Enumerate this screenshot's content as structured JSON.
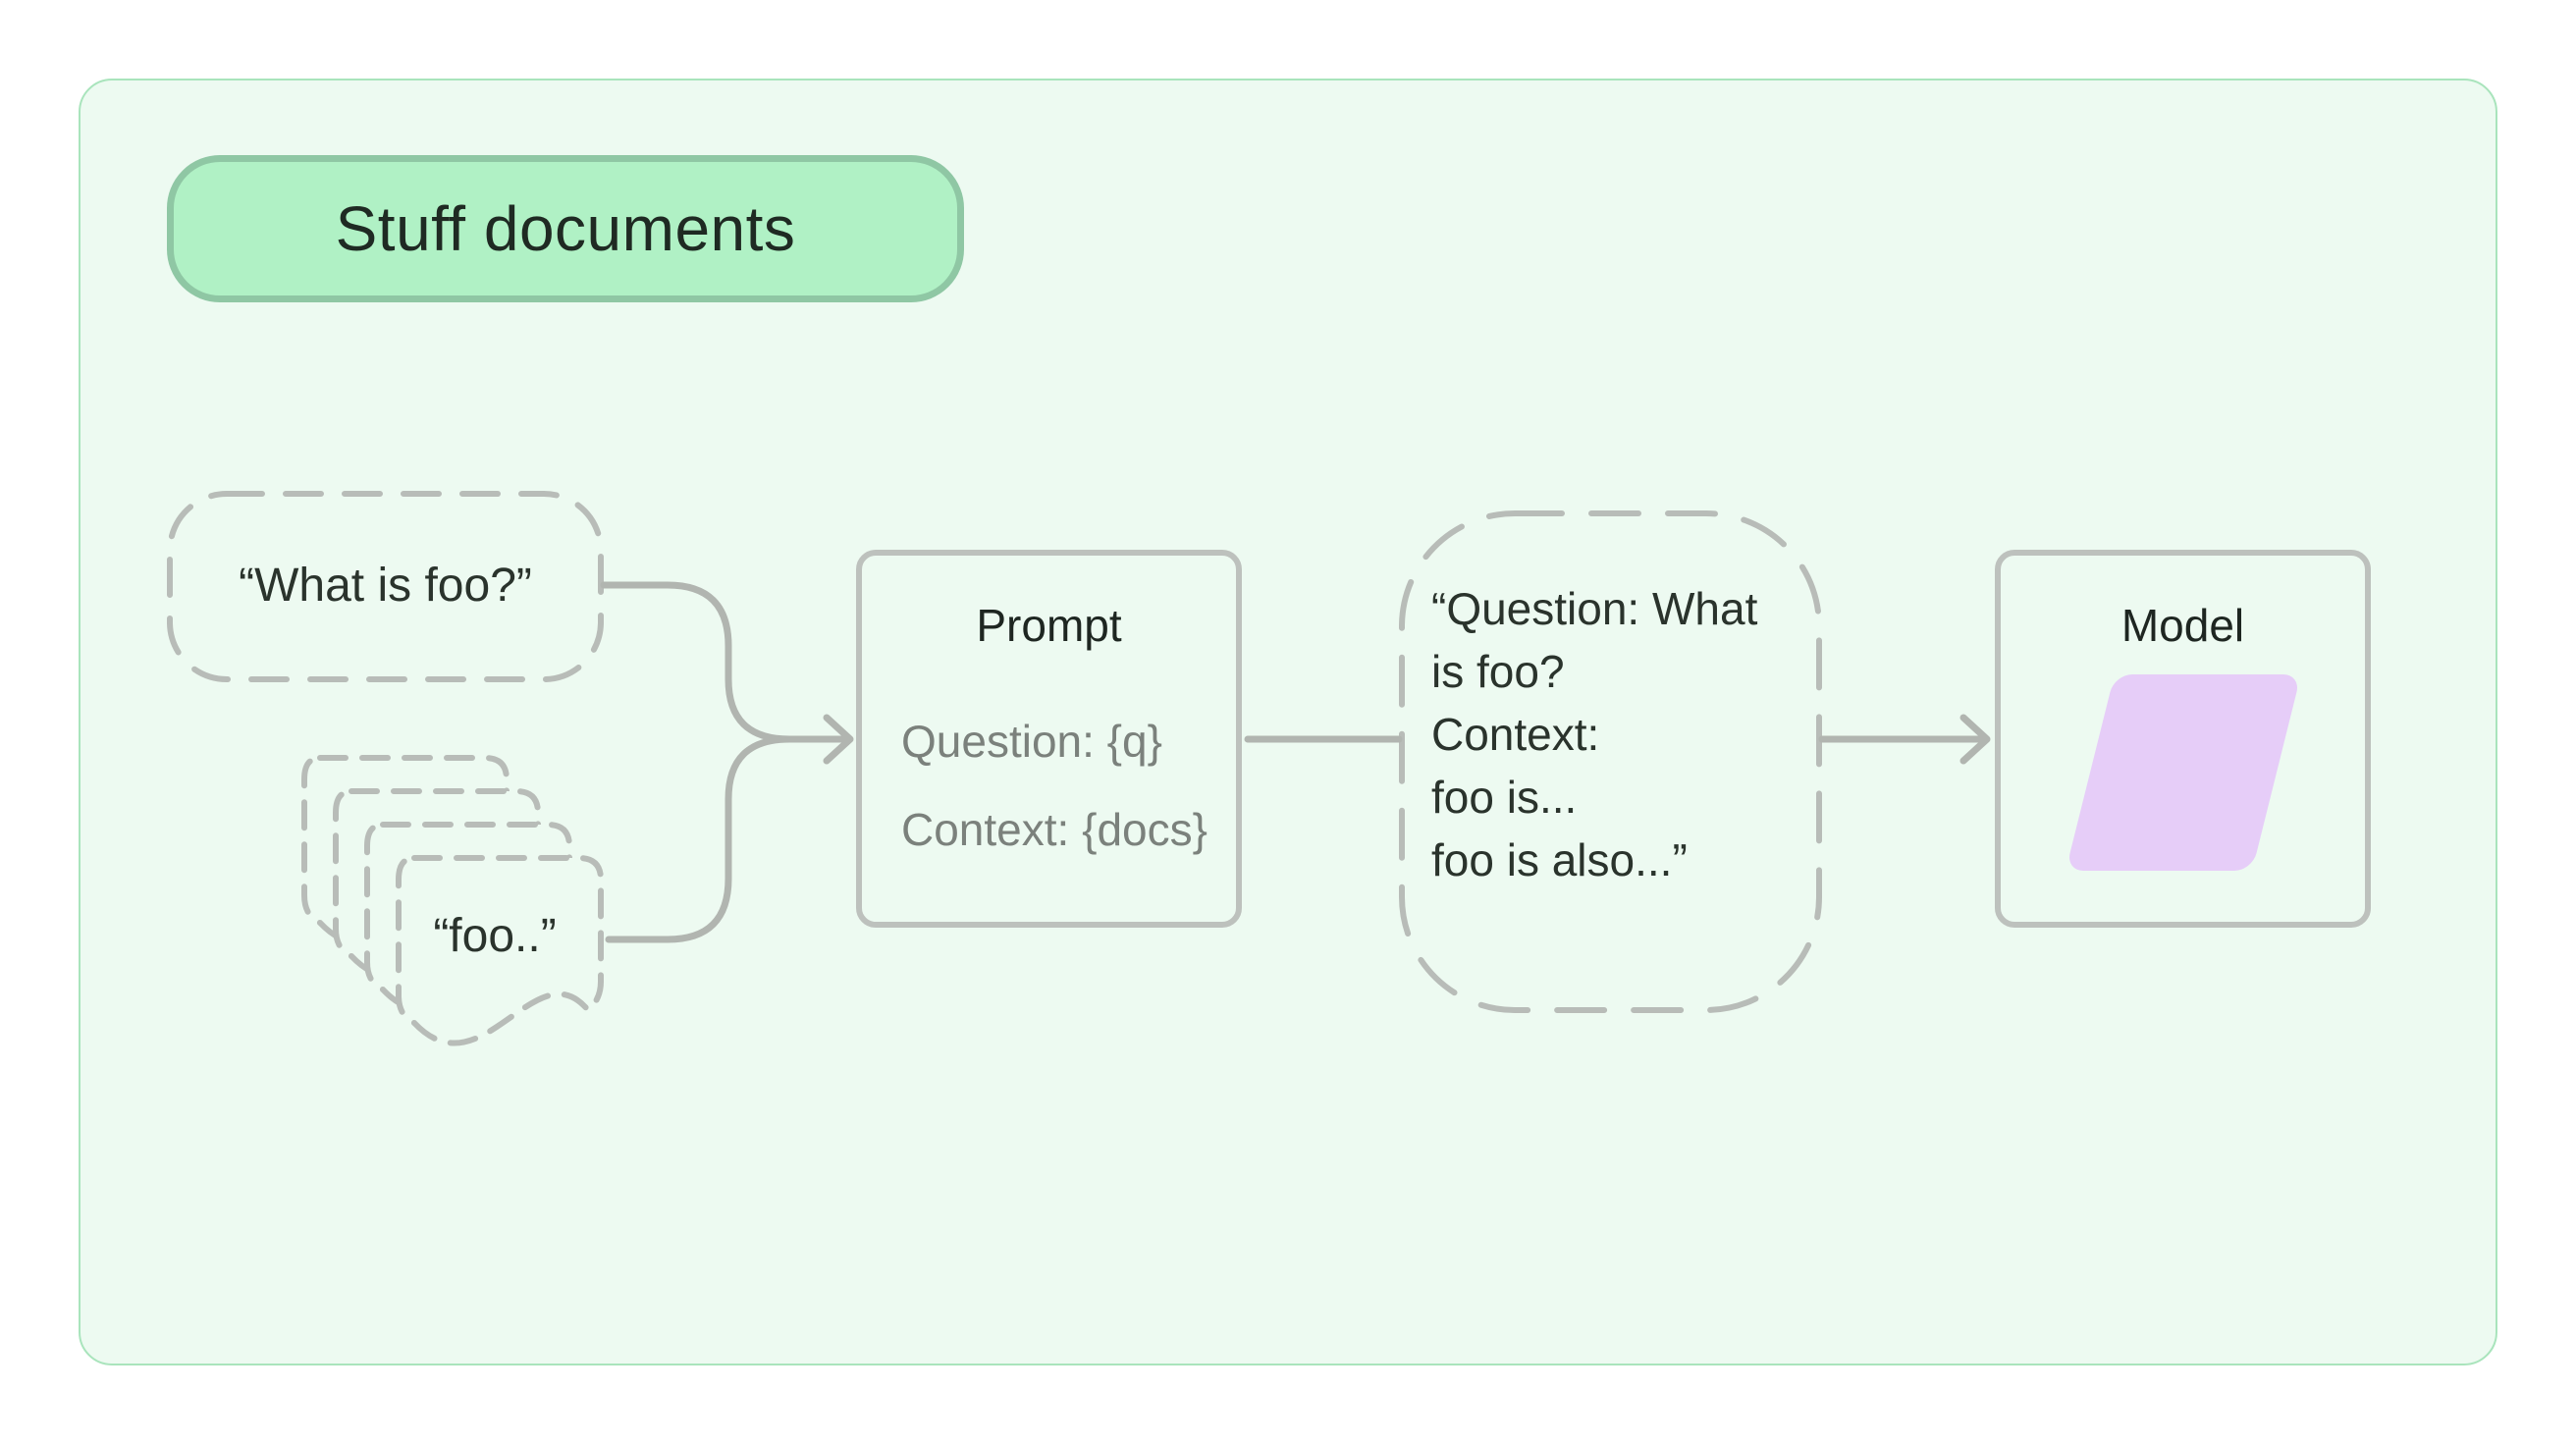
{
  "diagram": {
    "title": "Stuff documents"
  },
  "nodes": {
    "question": {
      "label": "“What is foo?”"
    },
    "documents": {
      "label": "“foo..”"
    },
    "prompt": {
      "title": "Prompt",
      "lines": [
        "Question: {q}",
        "Context: {docs}"
      ]
    },
    "stuffed_prompt": {
      "lines": [
        "“Question: What",
        "is foo?",
        "Context:",
        "foo is...",
        "foo is also...”"
      ]
    },
    "model": {
      "title": "Model"
    }
  },
  "colors": {
    "page_bg": "#FFFFFF",
    "card_bg": "#EDFAF1",
    "card_border": "#A9E4BC",
    "pill_bg": "#B0F1C5",
    "pill_border": "#8FC7A4",
    "pill_text": "#1F2A23",
    "dash_gray": "#B8BCB8",
    "box_border": "#BDC1BD",
    "connector": "#B1B5B0",
    "text_dark": "#2A332C",
    "text_gray": "#7B817C",
    "model_purple": "#E6CDF8"
  }
}
